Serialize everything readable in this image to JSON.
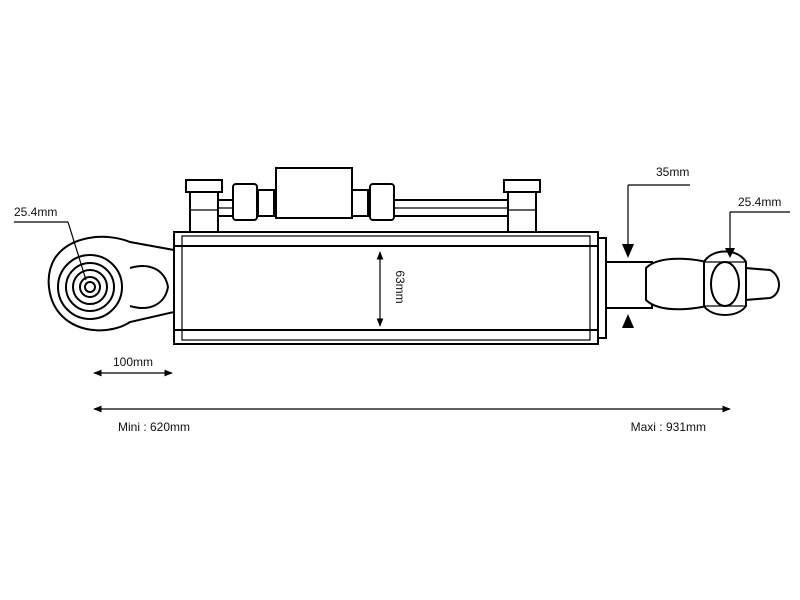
{
  "dimensions": {
    "left_eye_diameter": "25.4mm",
    "right_eye_diameter": "25.4mm",
    "rod_diameter": "35mm",
    "bore_diameter": "63mm",
    "eye_length": "100mm",
    "min_length": "Mini : 620mm",
    "max_length": "Maxi : 931mm"
  },
  "colors": {
    "line": "#000000",
    "background": "#ffffff"
  }
}
